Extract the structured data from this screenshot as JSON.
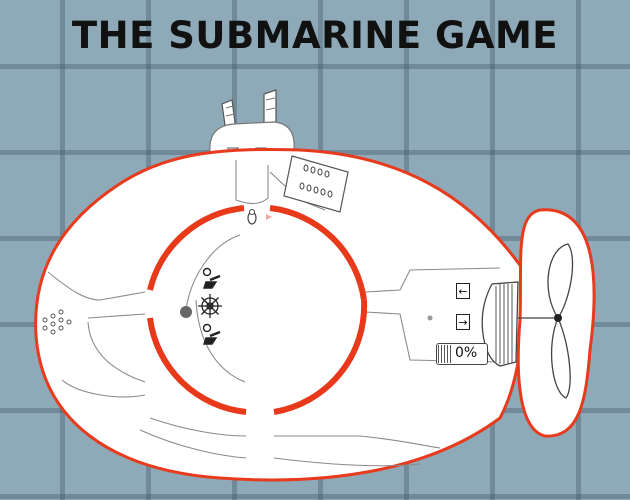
{
  "game": {
    "title": "THE SUBMARINE GAME",
    "colors": {
      "background": "#8ea9b8",
      "hull_outline": "#e83a1c",
      "ring": "#e8391a",
      "interior": "#ffffff"
    }
  },
  "control_room": {
    "levers": [
      {
        "name": "upper-lever",
        "icon": "lever-icon"
      },
      {
        "name": "lower-lever",
        "icon": "lever-icon"
      }
    ],
    "helm_icon": "ship-wheel-icon"
  },
  "engine_room": {
    "left_button_glyph": "←",
    "right_button_glyph": "→",
    "throttle_percent": 0,
    "throttle_label": "0%"
  },
  "propeller": {
    "icon": "propeller-icon"
  },
  "tower": {
    "icon": "periscope-icon"
  }
}
